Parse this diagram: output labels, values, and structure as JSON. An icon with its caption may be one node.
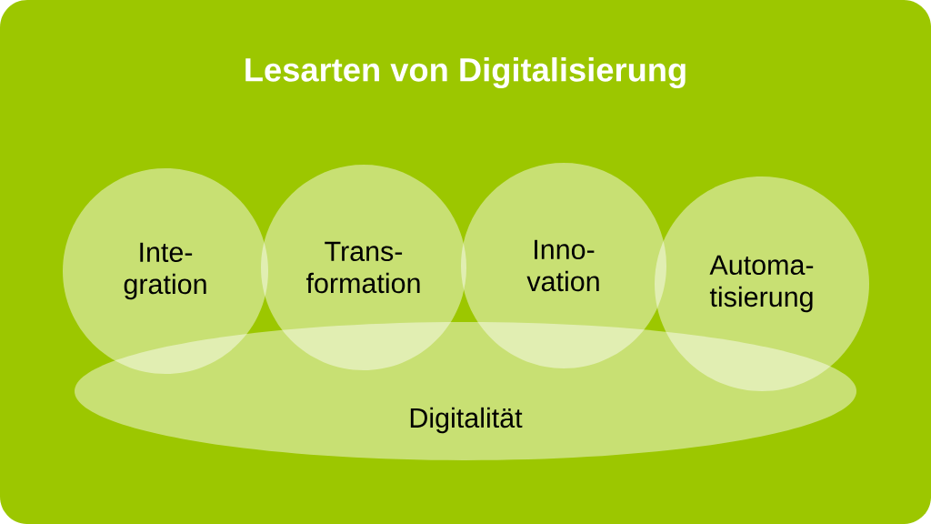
{
  "diagram": {
    "title": "Lesarten von Digitalisierung",
    "nodes": [
      {
        "text": [
          "Inte- gration"
        ]
      },
      {
        "text": [
          "Trans- formation"
        ]
      },
      {
        "text": [
          "Inno- vation"
        ]
      },
      {
        "text": [
          "Automa- tisierung"
        ]
      },
      {
        "text": [
          "Digitalität"
        ]
      }
    ],
    "edges": []
  }
}
